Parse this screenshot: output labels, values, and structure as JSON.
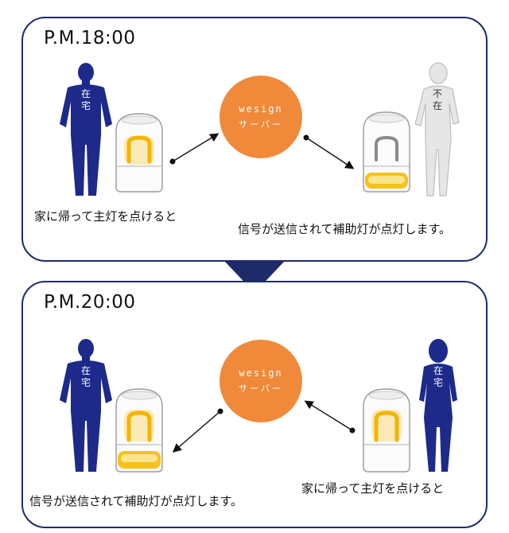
{
  "panels": [
    {
      "time": "P.M.18:00",
      "server": {
        "brand": "wesign",
        "label": "サーバー"
      },
      "left_caption": "家に帰って主灯を点けると",
      "right_caption": "信号が送信されて補助灯が点灯します。",
      "left_person_status": [
        "在",
        "宅"
      ],
      "right_person_status": [
        "不",
        "在"
      ]
    },
    {
      "time": "P.M.20:00",
      "server": {
        "brand": "wesign",
        "label": "サーバー"
      },
      "left_caption": "信号が送信されて補助灯が点灯します。",
      "right_caption": "家に帰って主灯を点けると",
      "left_person_status": [
        "在",
        "宅"
      ],
      "right_person_status": [
        "在",
        "宅"
      ]
    }
  ],
  "colors": {
    "frame": "#1f2a6b",
    "person": "#1d2a8a",
    "absent_person": "#e4e4e4",
    "server": "#f08a3a",
    "lamp_glow": "#f6c21a"
  }
}
